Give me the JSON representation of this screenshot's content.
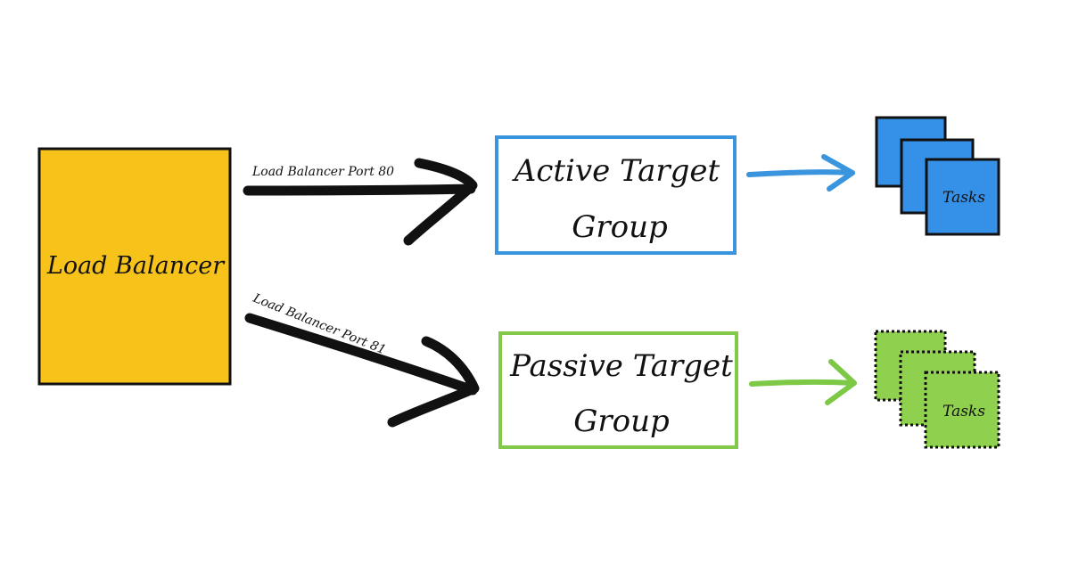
{
  "load_balancer": {
    "label": "Load Balancer",
    "fill": "#F7C31A",
    "border": "#111111"
  },
  "edges": {
    "port80_label": "Load Balancer Port 80",
    "port81_label": "Load Balancer Port 81",
    "arrow_color": "#111111"
  },
  "active_group": {
    "line1": "Active Target",
    "line2": "Group",
    "border": "#3B94DE",
    "tasks_label": "Tasks",
    "tasks_fill": "#3591E8",
    "arrow_color": "#3B94DE"
  },
  "passive_group": {
    "line1": "Passive Target",
    "line2": "Group",
    "border": "#83C94A",
    "tasks_label": "Tasks",
    "tasks_fill": "#8FD14F",
    "arrow_color": "#7DC946"
  }
}
